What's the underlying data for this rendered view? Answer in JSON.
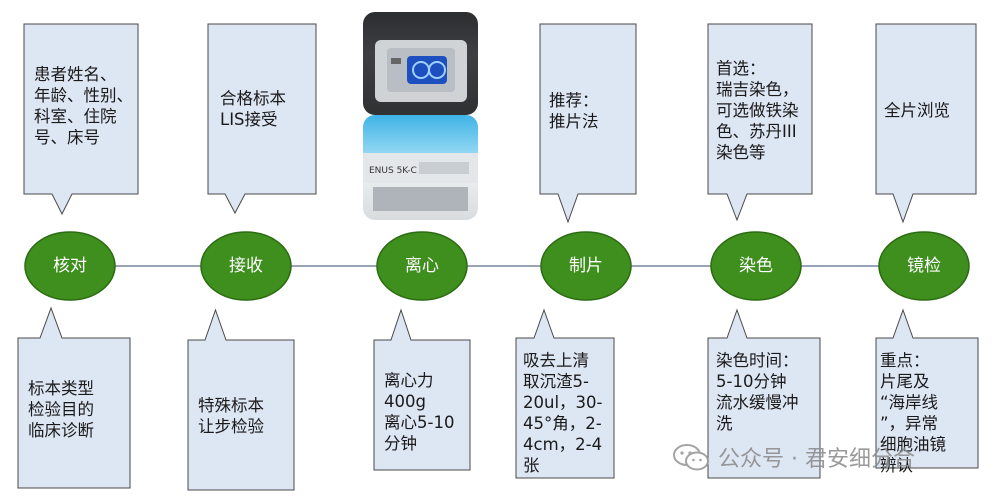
{
  "nodes": [
    {
      "label": "核对",
      "top_text": "患者姓名、\n年龄、性别、\n科室、住院\n号、床号",
      "bottom_text": "标本类型\n检验目的\n临床诊断"
    },
    {
      "label": "接收",
      "top_text": "合格标本\nLIS接受",
      "bottom_text": "特殊标本\n让步检验"
    },
    {
      "label": "离心",
      "top_text": "",
      "bottom_text": "离心力\n400g\n离心5-10\n分钟"
    },
    {
      "label": "制片",
      "top_text": "推荐：\n推片法",
      "bottom_text": "吸去上清\n取沉渣5-\n20ul，30-\n45°角，2-\n4cm，2-4\n张"
    },
    {
      "label": "染色",
      "top_text": "首选：\n瑞吉染色，\n可选做铁染\n色、苏丹III\n染色等",
      "bottom_text": "染色时间：\n5-10分钟\n流水缓慢冲\n洗"
    },
    {
      "label": "镜检",
      "top_text": "全片浏览",
      "bottom_text": "重点：\n片尾及\n“海岸线\n”，异常\n细胞油镜\n辨认"
    }
  ],
  "photos": [
    {
      "name": "centrifuge-top-photo",
      "icon": "centrifuge-display-photo"
    },
    {
      "name": "centrifuge-front-photo",
      "icon": "centrifuge-front-photo"
    }
  ],
  "watermark": {
    "text": "公众号 · 君安细分合",
    "icon": "wechat-icon"
  },
  "colors": {
    "node_fill": "#3f8f1f",
    "node_stroke": "#2b6b12",
    "bubble_fill": "#dde6f3",
    "bubble_stroke": "#4a4a4a",
    "line": "#5a6f8a"
  }
}
